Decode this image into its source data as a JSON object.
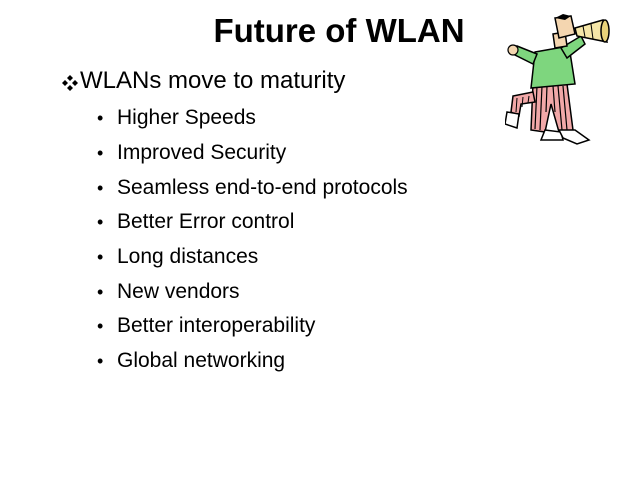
{
  "slide": {
    "title": "Future of WLAN",
    "main_bullet": {
      "icon": "diamond-bullet-icon",
      "text": "WLANs move to maturity"
    },
    "sub_bullets": [
      "Higher Speeds",
      "Improved Security",
      "Seamless end-to-end protocols",
      "Better Error control",
      "Long distances",
      "New vendors",
      "Better interoperability",
      "Global networking"
    ],
    "clipart": "man-with-megaphone-clipart"
  }
}
